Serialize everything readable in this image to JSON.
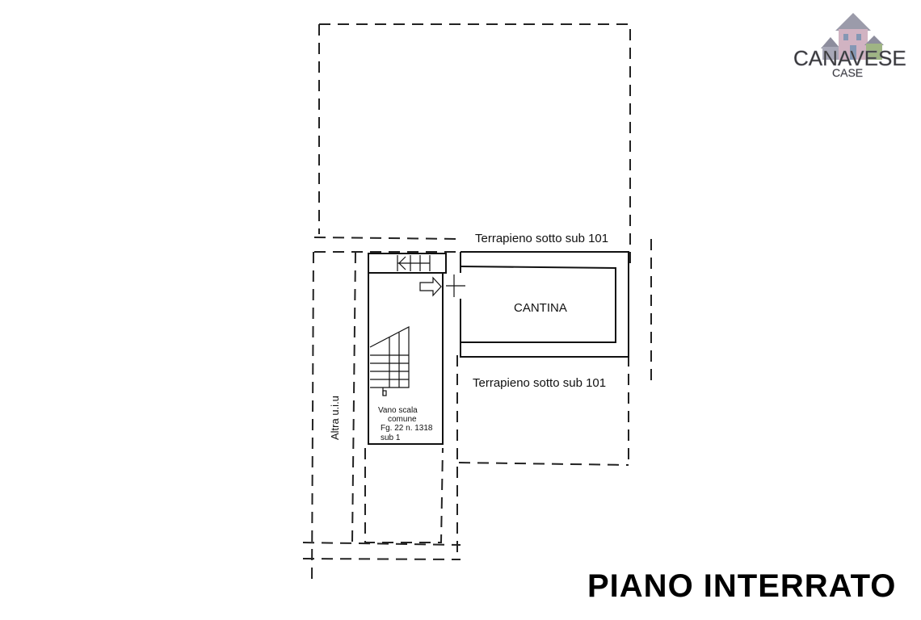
{
  "labels": {
    "terrapieno_top": "Terrapieno sotto sub 101",
    "terrapieno_bottom": "Terrapieno sotto sub 101",
    "cantina": "CANTINA",
    "altra": "Altra u.i.u",
    "stair_line1": "Vano scala",
    "stair_line2": "comune",
    "stair_line3": "Fg. 22 n. 1318",
    "stair_line4": "sub 1",
    "floor_title": "PIANO INTERRATO"
  },
  "logo": {
    "line1": "CANAVESE",
    "line2": "CASE",
    "colors": [
      "#7a7a8c",
      "#9a9aab",
      "#c9a6b8",
      "#6f86a8",
      "#8fa86f"
    ]
  },
  "colors": {
    "ink": "#111111",
    "background": "#ffffff"
  }
}
